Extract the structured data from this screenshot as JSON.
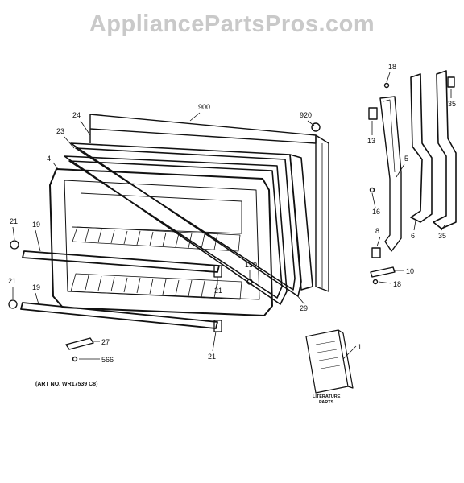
{
  "watermark": "AppliancePartsPros.com",
  "art_number": "(ART NO. WR17539 C8)",
  "literature_label": [
    "LITERATURE",
    "PARTS"
  ],
  "callouts": [
    "900",
    "920",
    "24",
    "23",
    "4",
    "21",
    "19",
    "21",
    "19",
    "21",
    "150",
    "21",
    "27",
    "566",
    "29",
    "18",
    "13",
    "5",
    "16",
    "8",
    "10",
    "18",
    "6",
    "35",
    "35",
    "1"
  ]
}
